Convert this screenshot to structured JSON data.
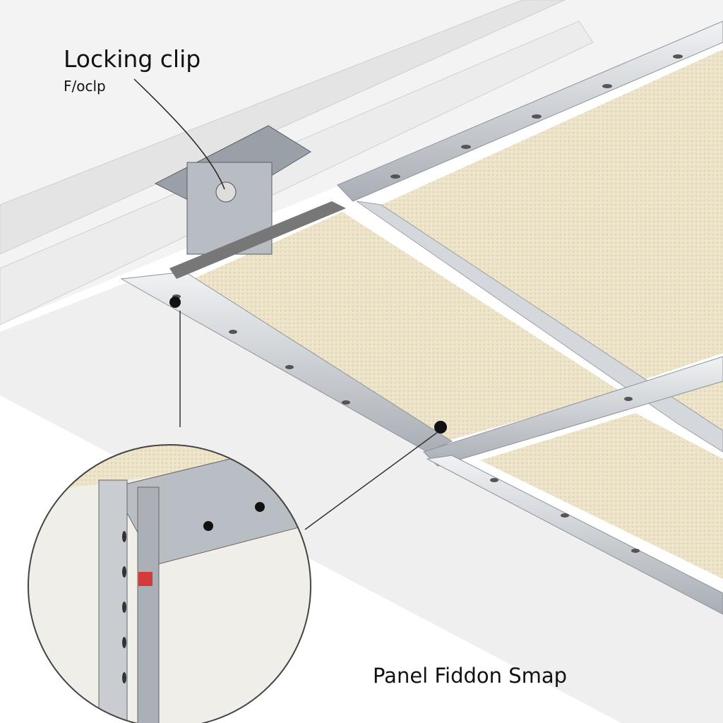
{
  "labels": {
    "callout_title": "Locking clip",
    "callout_subtitle": "F/oclp",
    "caption": "Panel Fiddon Smap"
  },
  "colors": {
    "panel": "#ece3c8",
    "rail": "#c9cdd2",
    "ceiling": "#f2f2f2",
    "accent_red": "#d33a3a"
  }
}
